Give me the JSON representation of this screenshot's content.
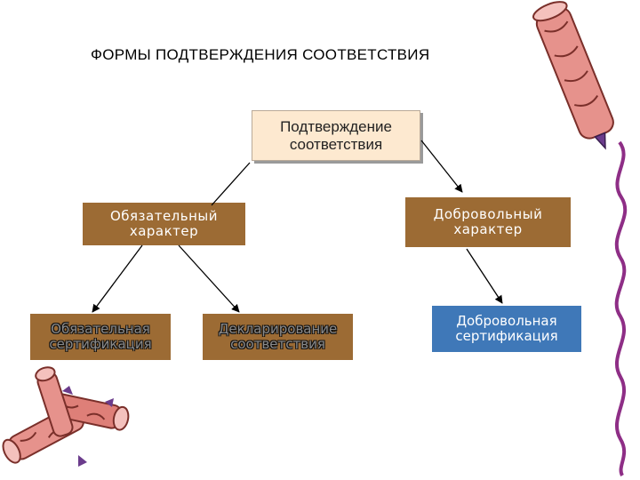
{
  "title": "ФОРМЫ  ПОДТВЕРЖДЕНИЯ  СООТВЕТСТВИЯ",
  "root": {
    "line1": "Подтверждение",
    "line2": "соответствия"
  },
  "mandatory": {
    "line1": "Обязательный",
    "line2": "характер"
  },
  "voluntary": {
    "line1": "Добровольный",
    "line2": "характер"
  },
  "cert_mandatory": {
    "line1": "Обязательная",
    "line2": "сертификация"
  },
  "declaration": {
    "line1": "Декларирование",
    "line2": "соответствия"
  },
  "cert_voluntary": {
    "line1": "Добровольная",
    "line2": "сертификация"
  },
  "colors": {
    "root_fill": "#fde9d0",
    "brown_fill": "#9c6b34",
    "blue_fill": "#3f78b8",
    "scroll_red": "#d9706a",
    "squiggle_purple": "#8e2e86"
  },
  "icons": [
    "scroll-pencil-icon",
    "rolled-scrolls-icon",
    "squiggle-line-icon"
  ]
}
